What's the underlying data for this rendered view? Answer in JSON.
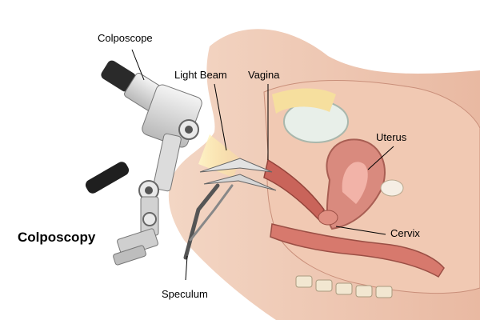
{
  "title": "Colposcopy",
  "labels": {
    "colposcope": "Colposcope",
    "light_beam": "Light Beam",
    "vagina": "Vagina",
    "uterus": "Uterus",
    "cervix": "Cervix",
    "speculum": "Speculum"
  }
}
